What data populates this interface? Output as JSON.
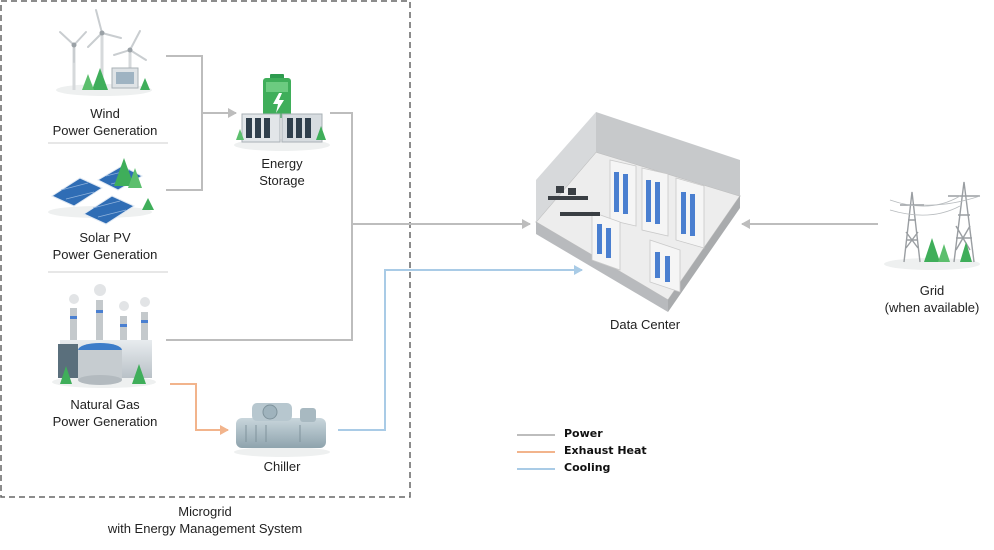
{
  "nodes": {
    "wind": {
      "line1": "Wind",
      "line2": "Power Generation"
    },
    "solar": {
      "line1": "Solar PV",
      "line2": "Power Generation"
    },
    "gas": {
      "line1": "Natural Gas",
      "line2": "Power Generation"
    },
    "storage": {
      "line1": "Energy",
      "line2": "Storage"
    },
    "chiller": {
      "label": "Chiller"
    },
    "datacenter": {
      "label": "Data Center"
    },
    "grid": {
      "line1": "Grid",
      "line2": "(when available)"
    }
  },
  "microgrid": {
    "line1": "Microgrid",
    "line2": "with Energy Management System"
  },
  "legend": {
    "power": "Power",
    "exhaust": "Exhaust Heat",
    "cooling": "Cooling"
  },
  "colors": {
    "power": "#bdbdbd",
    "exhaust": "#f2b48c",
    "cooling": "#a9cbe6",
    "accent_green": "#3fae5a",
    "panel_blue": "#2f6db5",
    "server_blue": "#4a7fd0"
  }
}
